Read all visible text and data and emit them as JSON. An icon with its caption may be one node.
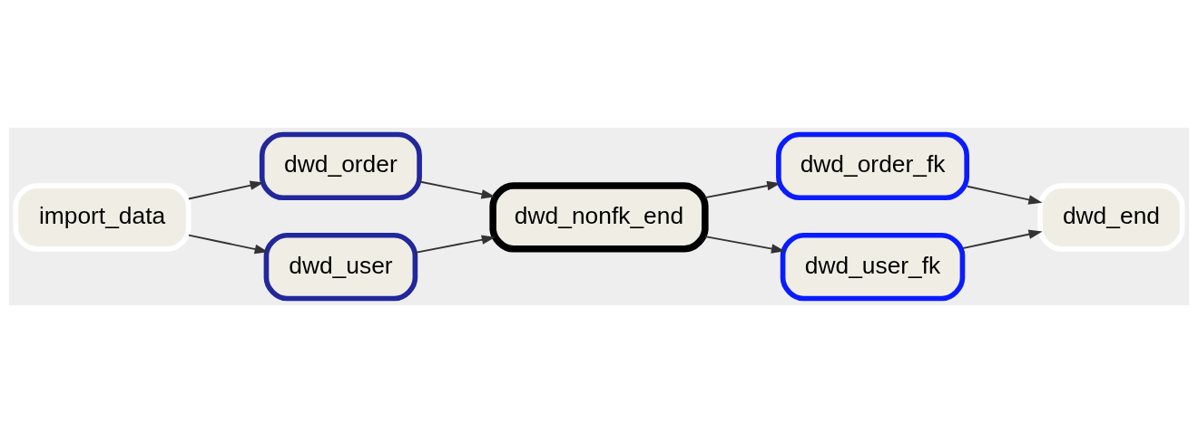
{
  "diagram": {
    "nodes": [
      {
        "text": [
          "import_data"
        ]
      },
      {
        "text": [
          "dwd_order"
        ]
      },
      {
        "text": [
          "dwd_user"
        ]
      },
      {
        "text": [
          "dwd_nonfk_end"
        ]
      },
      {
        "text": [
          "dwd_order_fk"
        ]
      },
      {
        "text": [
          "dwd_user_fk"
        ]
      },
      {
        "text": [
          "dwd_end"
        ]
      }
    ],
    "edges": [
      {
        "from": 0,
        "to": 1,
        "arrow": "to"
      },
      {
        "from": 0,
        "to": 2,
        "arrow": "to"
      },
      {
        "from": 1,
        "to": 3,
        "arrow": "to"
      },
      {
        "from": 2,
        "to": 3,
        "arrow": "to"
      },
      {
        "from": 3,
        "to": 4,
        "arrow": "to"
      },
      {
        "from": 3,
        "to": 5,
        "arrow": "to"
      },
      {
        "from": 4,
        "to": 6,
        "arrow": "to"
      },
      {
        "from": 5,
        "to": 6,
        "arrow": "to"
      }
    ]
  }
}
